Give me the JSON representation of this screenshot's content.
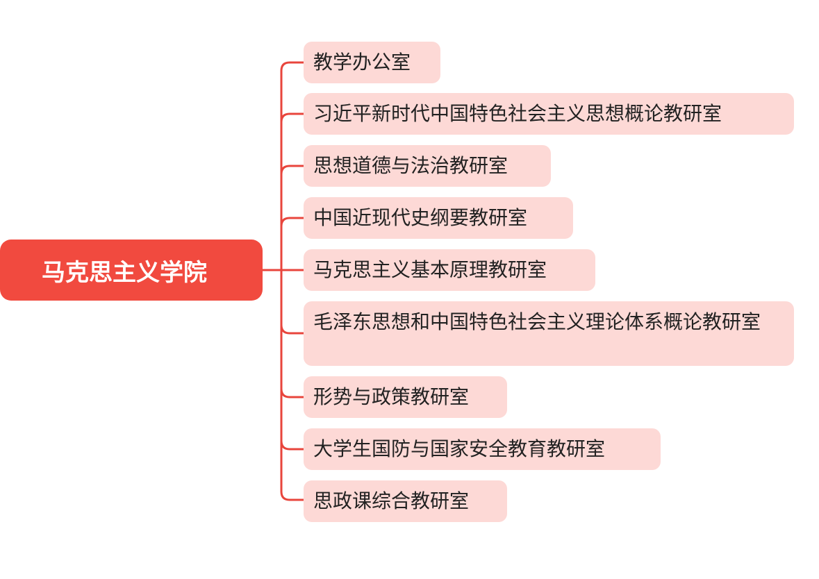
{
  "root": {
    "label": "马克思主义学院"
  },
  "branches": [
    {
      "label": "教学办公室"
    },
    {
      "label": "习近平新时代中国特色社会主义思想概论教研室"
    },
    {
      "label": "思想道德与法治教研室"
    },
    {
      "label": "中国近现代史纲要教研室"
    },
    {
      "label": "马克思主义基本原理教研室"
    },
    {
      "label": "毛泽东思想和中国特色社会主义理论体系概论教研室"
    },
    {
      "label": "形势与政策教研室"
    },
    {
      "label": "大学生国防与国家安全教育教研室"
    },
    {
      "label": "思政课综合教研室"
    }
  ],
  "colors": {
    "root": "#f14a3f",
    "branch": "#fdd9d6",
    "connector": "#e8453c"
  }
}
